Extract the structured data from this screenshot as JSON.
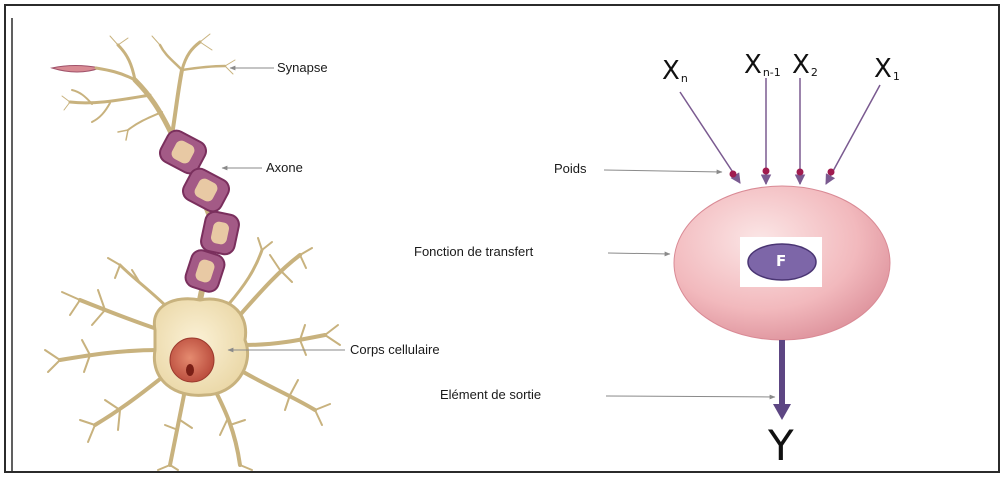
{
  "neuron": {
    "labels": {
      "synapse": "Synapse",
      "axon": "Axone",
      "cell_body": "Corps cellulaire"
    }
  },
  "model": {
    "inputs": [
      {
        "base": "X",
        "sub": "n"
      },
      {
        "base": "X",
        "sub": "n-1"
      },
      {
        "base": "X",
        "sub": "2"
      },
      {
        "base": "X",
        "sub": "1"
      }
    ],
    "labels": {
      "weights": "Poids",
      "transfer_function": "Fonction de transfert",
      "output_element": "Elément de sortie"
    },
    "function_symbol": "F",
    "output_symbol": "Y"
  },
  "colors": {
    "dendrite": "#c8b27e",
    "axon_sheath": "#a35a86",
    "axon_core": "#e8c9a4",
    "cell_body": "#f4e5bf",
    "nucleus": "#d46a52",
    "node": "#ec9aa3",
    "arrow": "#7a5a90",
    "function_ellipse": "#7d66a8"
  }
}
